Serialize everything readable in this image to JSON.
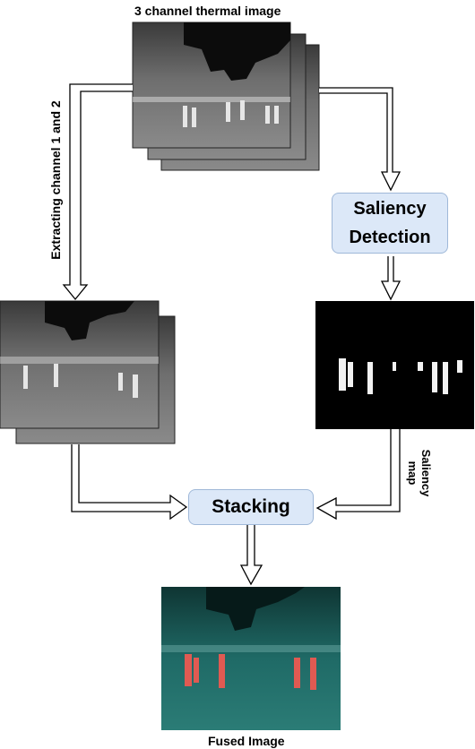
{
  "labels": {
    "thermal_title": "3 channel thermal image",
    "extract_label": "Extracting channel 1 and 2",
    "saliency_map_label": "Saliency map",
    "fused_label": "Fused Image"
  },
  "boxes": {
    "saliency_detection": "Saliency Detection",
    "stacking": "Stacking"
  },
  "colors": {
    "box_fill": "#dce8f8",
    "box_border": "#9fb8d8",
    "fused_tint": "#1f6a66",
    "person_highlight": "#e05a52"
  }
}
